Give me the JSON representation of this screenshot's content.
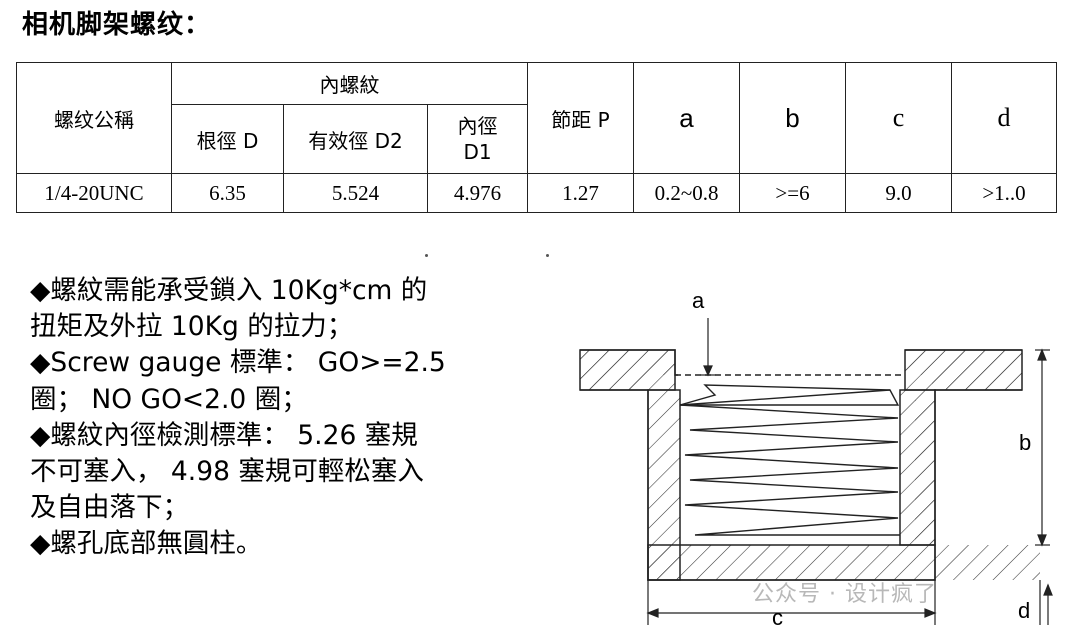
{
  "title": "相机脚架螺纹：",
  "table": {
    "thread_name_header": "螺纹公稱",
    "internal_thread_header": "內螺紋",
    "root_dia_header": "根徑 D",
    "effective_dia_header": "有效徑 D2",
    "inner_dia_header_line1": "內徑",
    "inner_dia_header_line2": "D1",
    "pitch_header": "節距 P",
    "a_header": "a",
    "b_header": "b",
    "c_header": "c",
    "d_header": "d",
    "row": {
      "name": "1/4-20UNC",
      "root_dia": "6.35",
      "effective_dia": "5.524",
      "inner_dia": "4.976",
      "pitch": "1.27",
      "a": "0.2~0.8",
      "b": ">=6",
      "c": "9.0",
      "d": ">1..0"
    }
  },
  "notes": [
    "◆螺紋需能承受鎖入 10Kg*cm 的",
    "扭矩及外拉 10Kg 的拉力；",
    "◆Screw gauge 標準： GO>=2.5",
    "圈； NO GO<2.0 圈；",
    "◆螺紋內徑檢測標準： 5.26 塞規",
    "不可塞入， 4.98 塞規可輕松塞入",
    "及自由落下；",
    "◆螺孔底部無圓柱。"
  ],
  "diagram": {
    "label_a": "a",
    "label_b": "b",
    "label_c": "c",
    "label_d": "d"
  },
  "watermark": "公众号 · 设计疯了"
}
